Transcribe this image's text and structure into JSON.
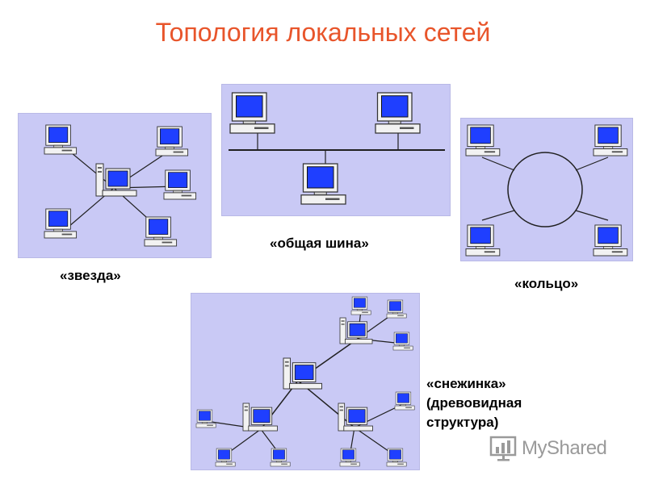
{
  "title": "Топология локальных сетей",
  "captions": {
    "star": "«звезда»",
    "bus": "«общая шина»",
    "ring": "«кольцо»",
    "snowflake_line1": "«снежинка»",
    "snowflake_line2": "(древовидная",
    "snowflake_line3": "структура)"
  },
  "watermark": {
    "text": "MyShared",
    "icon": "chart-logo-icon"
  },
  "colors": {
    "title": "#e8552b",
    "panel": "#c9c9f5",
    "screen": "#1f3fff",
    "case": "#f2f2f2",
    "line": "#202020"
  }
}
